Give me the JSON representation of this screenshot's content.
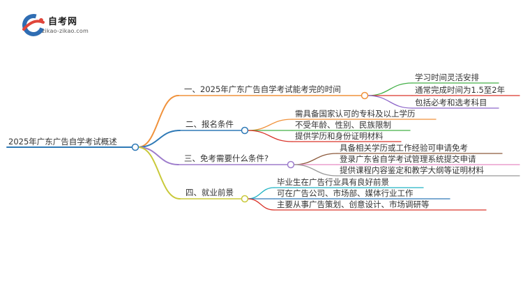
{
  "logo": {
    "title": "自考网",
    "subtitle": "zikao-zikao.com"
  },
  "mindmap": {
    "root": "2025年广东广告自学考试概述",
    "branches": [
      {
        "label": "一、2025年广东广告自学考试能考完的时间",
        "color": "#f0923c",
        "children": [
          {
            "label": "学习时间灵活安排",
            "color": "#43b047"
          },
          {
            "label": "通常完成时间为1.5至2年",
            "color": "#d9342b"
          },
          {
            "label": "包括必考和选考科目",
            "color": "#8e67c9"
          }
        ]
      },
      {
        "label": "二、报名条件",
        "color": "#2e79b6",
        "children": [
          {
            "label": "需具备国家认可的专科及以上学历",
            "color": "#f0923c"
          },
          {
            "label": "不受年龄、性别、民族限制",
            "color": "#43b047"
          },
          {
            "label": "提供学历和身份证明材料",
            "color": "#d9342b"
          }
        ]
      },
      {
        "label": "三、免考需要什么条件?",
        "color": "#9d7ccc",
        "children": [
          {
            "label": "具备相关学历或工作经验可申请免考",
            "color": "#8c5a3c"
          },
          {
            "label": "登录广东省自学考试管理系统提交申请",
            "color": "#e78ac3"
          },
          {
            "label": "提供课程内容鉴定和教学大纲等证明材料",
            "color": "#999999"
          }
        ]
      },
      {
        "label": "四、就业前景",
        "color": "#c9c93a",
        "children": [
          {
            "label": "毕业生在广告行业具有良好前景",
            "color": "#21b3c3"
          },
          {
            "label": "可在广告公司、市场部、媒体行业工作",
            "color": "#2e79b6"
          },
          {
            "label": "主要从事广告策划、创意设计、市场调研等",
            "color": "#d9342b"
          }
        ]
      }
    ]
  }
}
